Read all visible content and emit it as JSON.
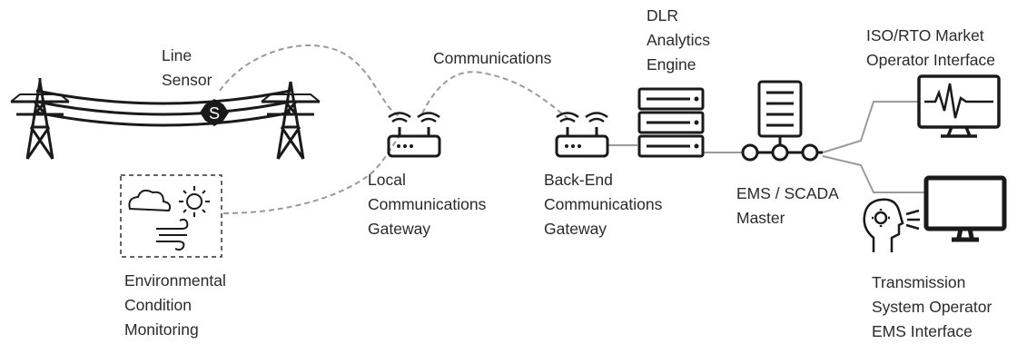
{
  "labels": {
    "line_sensor": [
      "Line",
      "Sensor"
    ],
    "sensor_badge": "S",
    "communications": "Communications",
    "dlr_engine": [
      "DLR",
      "Analytics",
      "Engine"
    ],
    "iso_rto": [
      "ISO/RTO Market",
      "Operator Interface"
    ],
    "local_gateway": [
      "Local",
      "Communications",
      "Gateway"
    ],
    "backend_gateway": [
      "Back-End",
      "Communications",
      "Gateway"
    ],
    "ems_scada": [
      "EMS / SCADA",
      "Master"
    ],
    "environmental": [
      "Environmental",
      "Condition",
      "Monitoring"
    ],
    "tso": [
      "Transmission",
      "System Operator",
      "EMS Interface"
    ]
  },
  "colors": {
    "icon": "#1a1a1a",
    "dashed_link": "#9a9a9a",
    "solid_link": "#9a9a9a",
    "text": "#2a2a2a"
  }
}
